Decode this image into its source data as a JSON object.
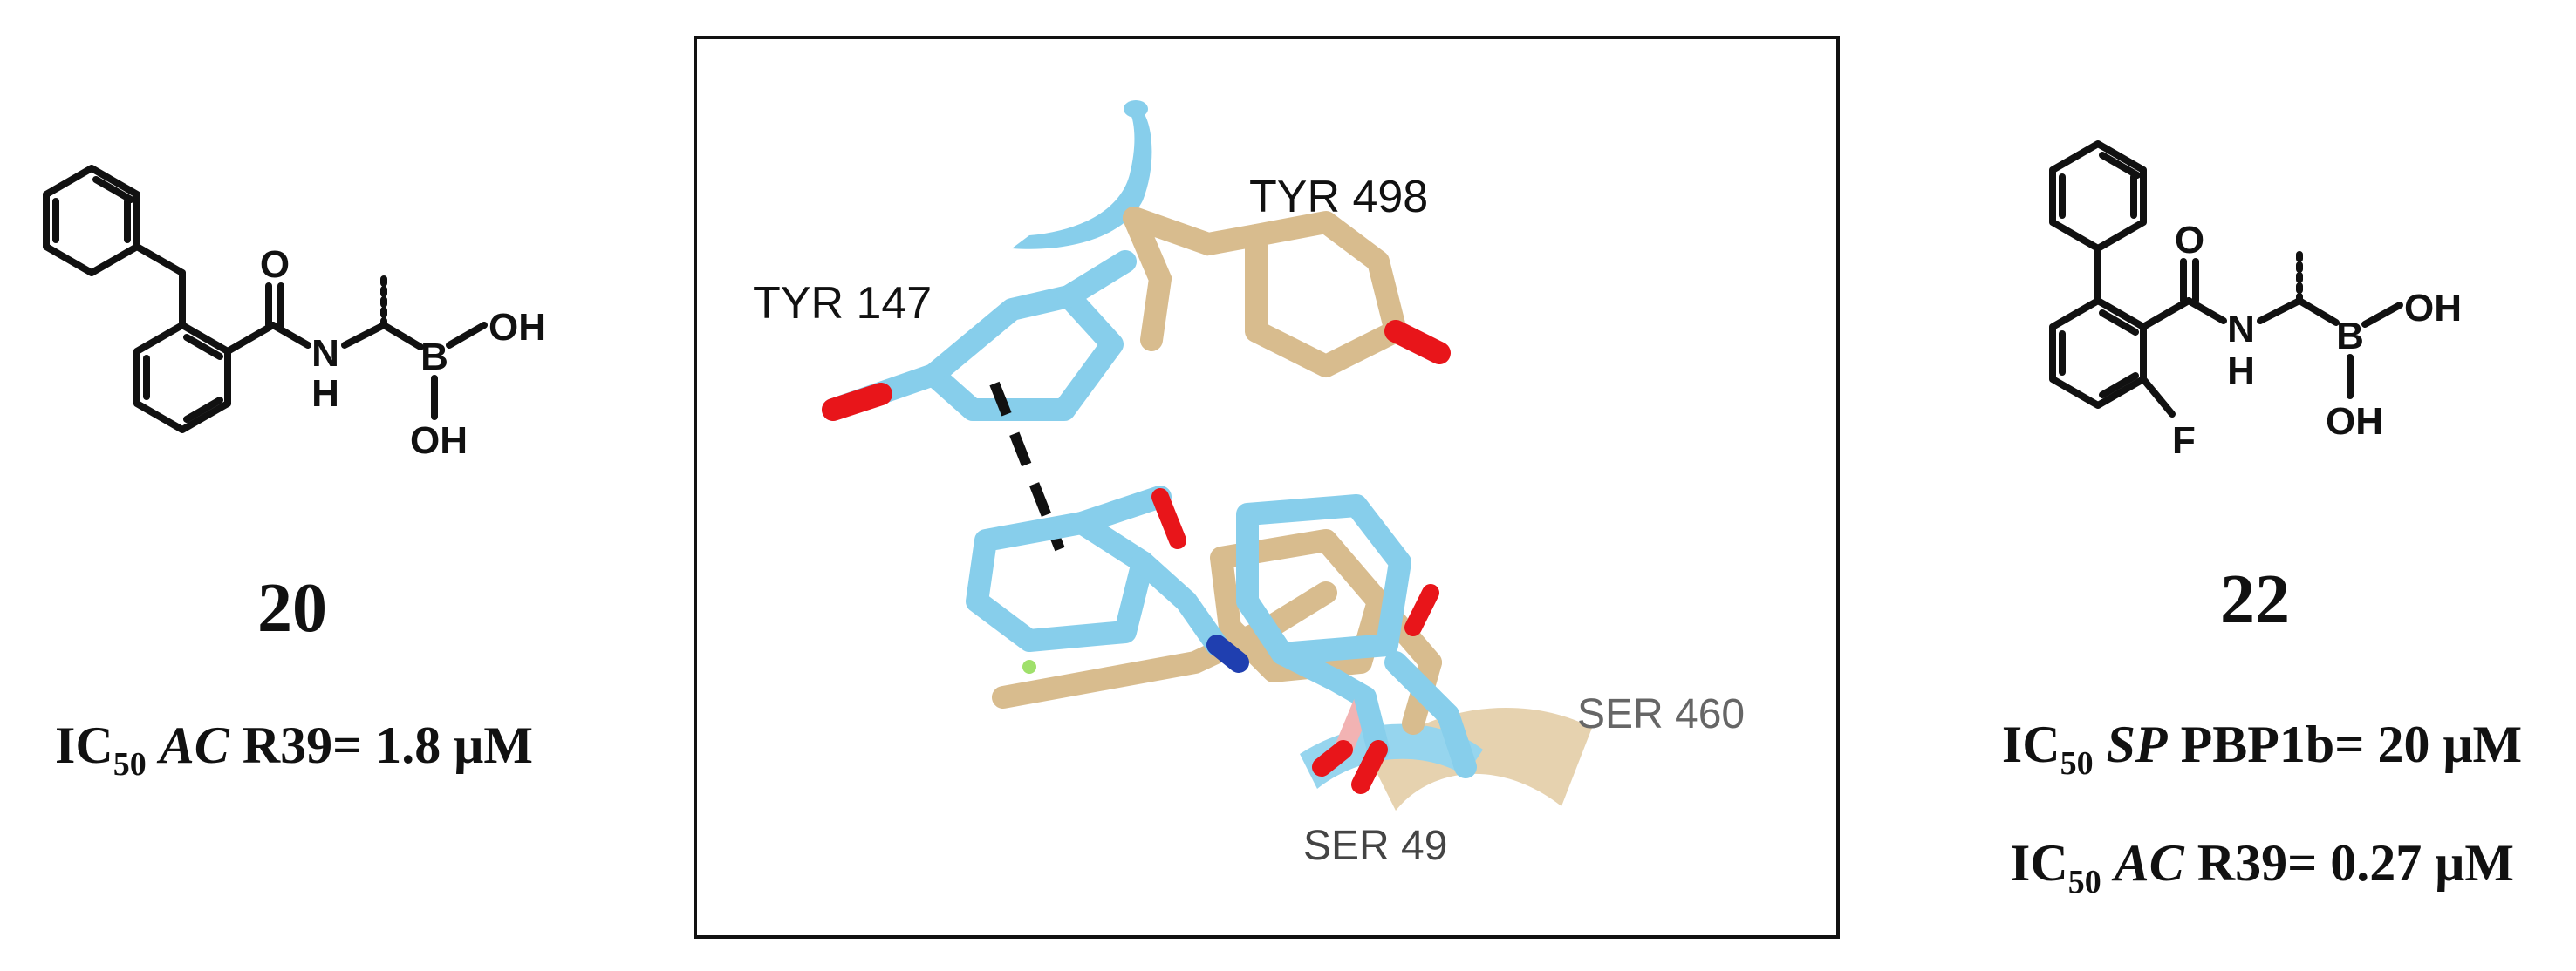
{
  "left_compound": {
    "number": "20",
    "atoms": {
      "o": "O",
      "n": "N",
      "h": "H",
      "b": "B",
      "oh_top": "OH",
      "oh_bottom": "OH"
    },
    "activity": {
      "prefix": "IC",
      "sub": "50",
      "organism": "AC",
      "target": "R39= 1.8 μM"
    }
  },
  "right_compound": {
    "number": "22",
    "atoms": {
      "o": "O",
      "n": "N",
      "h": "H",
      "b": "B",
      "oh_top": "OH",
      "oh_bottom": "OH",
      "f": "F"
    },
    "activity_1": {
      "prefix": "IC",
      "sub": "50",
      "organism": "SP",
      "target": "PBP1b= 20 μM"
    },
    "activity_2": {
      "prefix": "IC",
      "sub": "50",
      "organism": "AC",
      "target": "R39= 0.27 μM"
    }
  },
  "docking_panel": {
    "labels": {
      "tyr147": "TYR 147",
      "tyr498": "TYR 498",
      "ser460": "SER 460",
      "ser49": "SER 49"
    },
    "colors": {
      "blue_ligand": "#87ceeb",
      "tan_ligand": "#d8bc8e",
      "oxygen": "#e8151a",
      "nitrogen": "#1f3fb0",
      "boron": "#f2b3b3",
      "fluorine": "#9fe06b"
    }
  }
}
